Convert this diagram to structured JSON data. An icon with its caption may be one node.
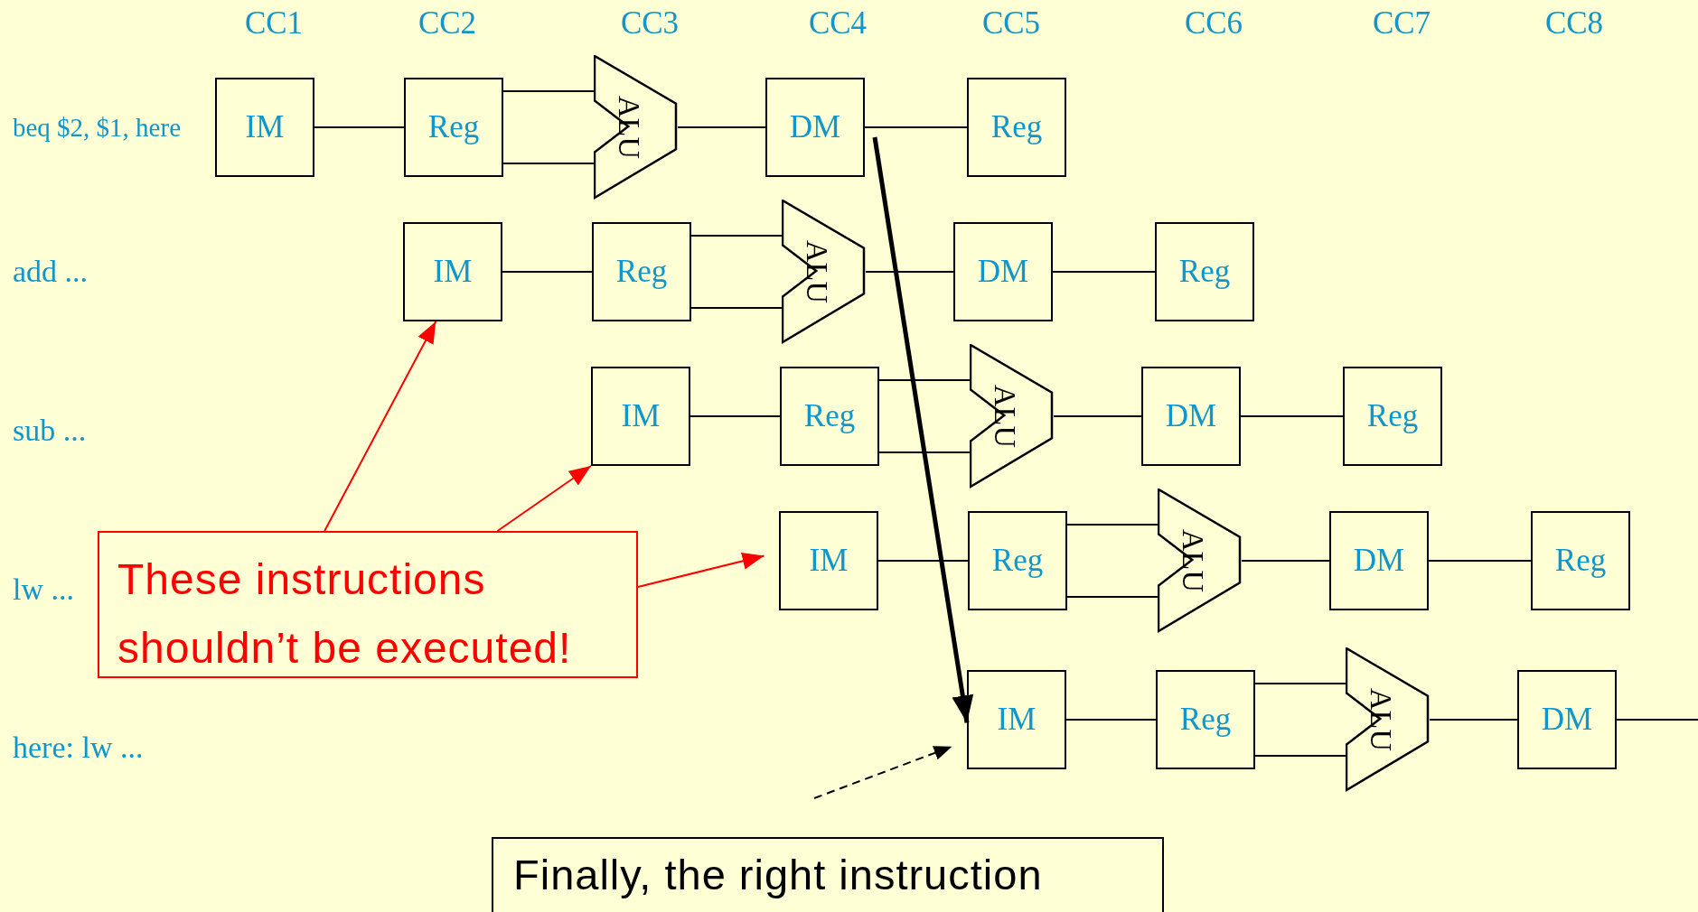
{
  "diagram": {
    "nodes": [
      {
        "text": [
          "IM"
        ]
      },
      {
        "text": [
          "Reg"
        ]
      },
      {
        "text": [
          "ALU"
        ]
      },
      {
        "text": [
          "DM"
        ]
      },
      {
        "text": [
          "Reg"
        ]
      },
      {
        "text": [
          "IM"
        ]
      },
      {
        "text": [
          "Reg"
        ]
      },
      {
        "text": [
          "ALU"
        ]
      },
      {
        "text": [
          "DM"
        ]
      },
      {
        "text": [
          "Reg"
        ]
      },
      {
        "text": [
          "IM"
        ]
      },
      {
        "text": [
          "Reg"
        ]
      },
      {
        "text": [
          "ALU"
        ]
      },
      {
        "text": [
          "DM"
        ]
      },
      {
        "text": [
          "Reg"
        ]
      },
      {
        "text": [
          "IM"
        ]
      },
      {
        "text": [
          "Reg"
        ]
      },
      {
        "text": [
          "ALU"
        ]
      },
      {
        "text": [
          "DM"
        ]
      },
      {
        "text": [
          "Reg"
        ]
      },
      {
        "text": [
          "IM"
        ]
      },
      {
        "text": [
          "Reg"
        ]
      },
      {
        "text": [
          "ALU"
        ]
      },
      {
        "text": [
          "DM"
        ]
      },
      {
        "text": [
          "These instructions shouldn’t be executed!"
        ]
      },
      {
        "text": [
          "Finally, the right instruction"
        ]
      }
    ],
    "edges": [
      {
        "from": 0,
        "to": 1,
        "arrow": "none"
      },
      {
        "from": 1,
        "to": 2,
        "arrow": "none"
      },
      {
        "from": 1,
        "to": 2,
        "arrow": "none"
      },
      {
        "from": 2,
        "to": 3,
        "arrow": "none"
      },
      {
        "from": 3,
        "to": 4,
        "arrow": "none"
      },
      {
        "from": 5,
        "to": 6,
        "arrow": "none"
      },
      {
        "from": 6,
        "to": 7,
        "arrow": "none"
      },
      {
        "from": 6,
        "to": 7,
        "arrow": "none"
      },
      {
        "from": 7,
        "to": 8,
        "arrow": "none"
      },
      {
        "from": 8,
        "to": 9,
        "arrow": "none"
      },
      {
        "from": 10,
        "to": 11,
        "arrow": "none"
      },
      {
        "from": 11,
        "to": 12,
        "arrow": "none"
      },
      {
        "from": 11,
        "to": 12,
        "arrow": "none"
      },
      {
        "from": 12,
        "to": 13,
        "arrow": "none"
      },
      {
        "from": 13,
        "to": 14,
        "arrow": "none"
      },
      {
        "from": 15,
        "to": 16,
        "arrow": "none"
      },
      {
        "from": 16,
        "to": 17,
        "arrow": "none"
      },
      {
        "from": 16,
        "to": 17,
        "arrow": "none"
      },
      {
        "from": 17,
        "to": 18,
        "arrow": "none"
      },
      {
        "from": 18,
        "to": 19,
        "arrow": "none"
      },
      {
        "from": 20,
        "to": 21,
        "arrow": "none"
      },
      {
        "from": 21,
        "to": 22,
        "arrow": "none"
      },
      {
        "from": 21,
        "to": 22,
        "arrow": "none"
      },
      {
        "from": 22,
        "to": 23,
        "arrow": "none"
      },
      {
        "from": 23,
        "to": null,
        "arrow": "none"
      },
      {
        "from": 24,
        "to": 5,
        "arrow": "to",
        "color": "#ff0000"
      },
      {
        "from": 24,
        "to": 10,
        "arrow": "to",
        "color": "#ff0000"
      },
      {
        "from": 24,
        "to": 15,
        "arrow": "to",
        "color": "#ff0000"
      },
      {
        "from": 3,
        "to": 20,
        "arrow": "to",
        "style": "thick"
      },
      {
        "from": null,
        "to": 20,
        "arrow": "to",
        "style": "dashed"
      }
    ],
    "labels": [
      "CC1",
      "CC2",
      "CC3",
      "CC4",
      "CC5",
      "CC6",
      "CC7",
      "CC8",
      "beq $2, $1, here",
      "add ...",
      "sub ...",
      "lw ...",
      "here: lw ..."
    ]
  }
}
